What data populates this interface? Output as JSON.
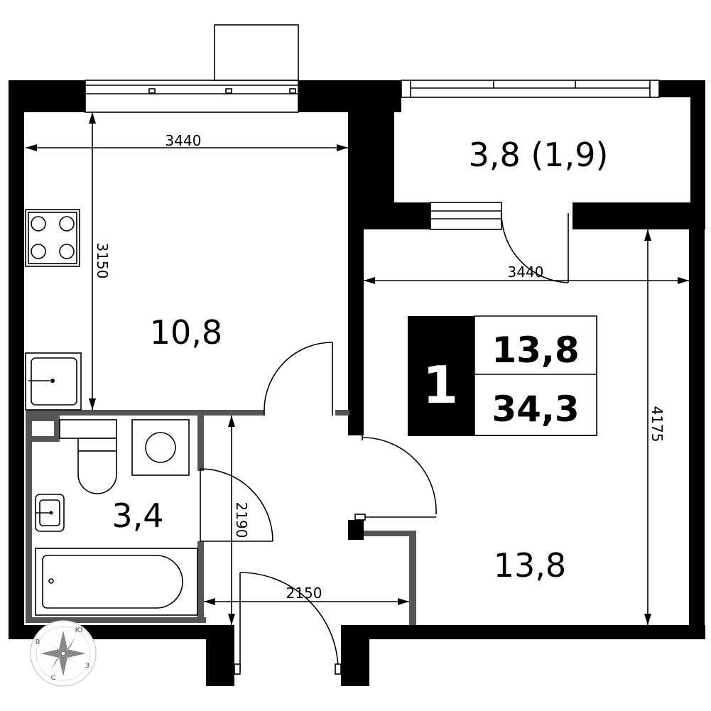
{
  "rooms": {
    "loggia_area": "3,8 (1,9)",
    "kitchen_area": "10,8",
    "bathroom_area": "3,4",
    "living_area": "13,8"
  },
  "dimensions": {
    "kitchen_width": "3440",
    "kitchen_depth": "3150",
    "living_width": "3440",
    "living_depth": "4175",
    "hall_depth": "2190",
    "hall_width": "2150"
  },
  "badge": {
    "rooms_count": "1",
    "living_area": "13,8",
    "total_area": "34,3"
  },
  "compass": {
    "north": "Ю",
    "east": "З",
    "south": "С",
    "west": "В"
  }
}
